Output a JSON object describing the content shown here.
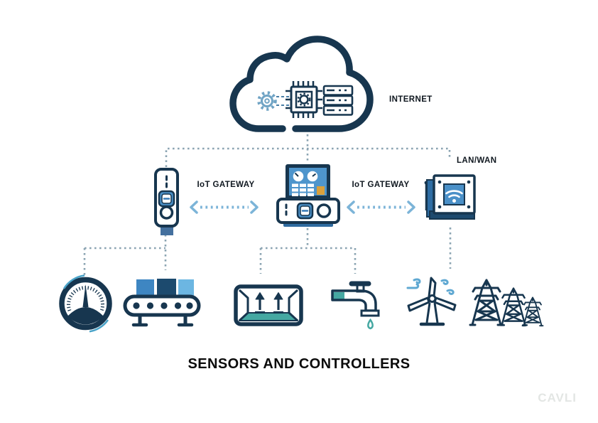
{
  "labels": {
    "internet": "INTERNET",
    "lan_wan": "LAN/WAN",
    "iot_gateway_left": "IoT GATEWAY",
    "iot_gateway_right": "IoT GATEWAY",
    "title": "SENSORS AND CONTROLLERS",
    "watermark": "CAVLI"
  },
  "colors": {
    "navy": "#17364f",
    "device_blue": "#4a90c8",
    "screen_blue": "#4e95cc",
    "light_blue": "#6cb6e2",
    "box_dark_blue": "#1c4a6e",
    "teal": "#45a8a2",
    "orange": "#d9a03c",
    "connector_dotted": "#8ba4b2",
    "arrow_blue": "#7cb4d8",
    "swirl_blue": "#5fa8d2",
    "base_blue": "#44709e",
    "shadow_blue": "#2f6ba0"
  },
  "icons": {
    "cloud": [
      "gear-icon",
      "cpu-chip-icon",
      "server-rack-icon"
    ],
    "devices": [
      "sensor-stick-device",
      "hmi-monitor-device",
      "iot-gateway-box-device",
      "wifi-router-device"
    ],
    "sensors": [
      "gauge-meter-icon",
      "conveyor-belt-icon",
      "shipping-box-icon",
      "water-tap-icon",
      "wind-turbine-icon",
      "power-towers-icon"
    ]
  },
  "diagram": {
    "top_node": "INTERNET cloud",
    "links": [
      "cloud to sensor-stick via dotted line",
      "cloud to gateway-box via dotted line",
      "cloud to wifi-router via dotted line (LAN/WAN)",
      "sensor-stick to gateway-box: IoT GATEWAY dashed arrow",
      "wifi-router to gateway-box: IoT GATEWAY dashed arrow",
      "sensor-stick to gauge and conveyor",
      "gateway-box to shipping-box and water-tap",
      "wifi-router to wind-turbine and power-towers"
    ]
  }
}
